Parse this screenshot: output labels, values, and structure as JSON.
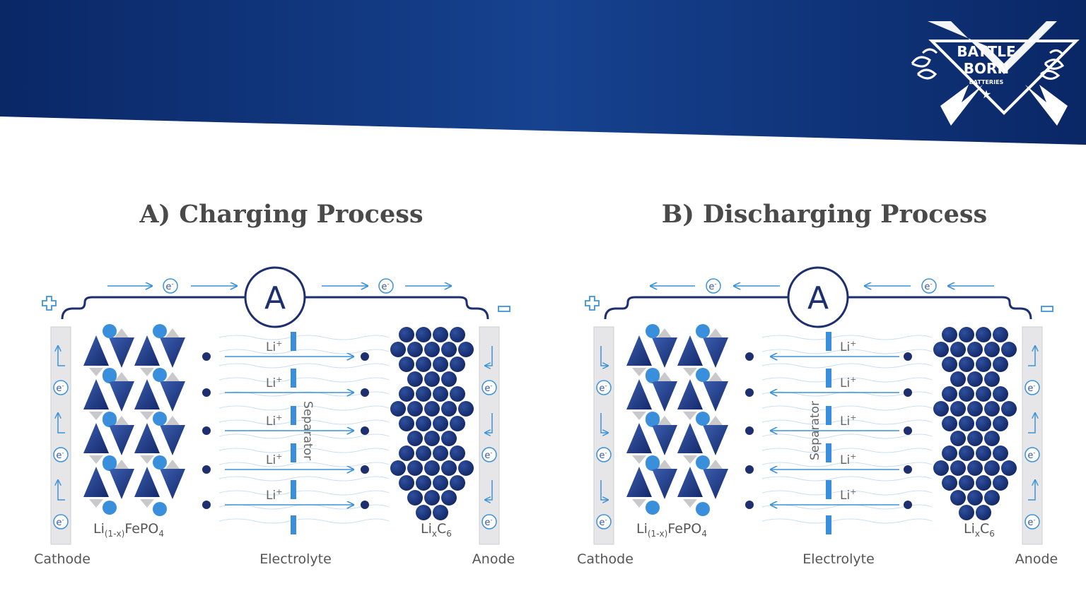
{
  "brand": {
    "line1": "BATTLE",
    "line2": "BORN",
    "line3": "BATTERIES"
  },
  "colors": {
    "banner_dark": "#0b2a6b",
    "banner_light": "#1b4aa0",
    "navy": "#1d2f6f",
    "arrow_blue": "#3d93d8",
    "light_blue": "#3a8fdc",
    "gray": "#c9c9cc"
  },
  "panels": [
    {
      "title": "A) Charging Process",
      "ammeter": "A",
      "electron": "e",
      "electron_charge": "-",
      "plus": "+",
      "minus": "−",
      "ion": "Li",
      "ion_charge": "+",
      "separator": "Separator",
      "cathode_formula": {
        "base1": "Li",
        "sub1": "(1-x)",
        "base2": "FePO",
        "sub2": "4"
      },
      "anode_formula": {
        "base1": "Li",
        "sub1": "x",
        "base2": "C",
        "sub2": "6"
      },
      "cathode_label": "Cathode",
      "electrolyte_label": "Electrolyte",
      "anode_label": "Anode",
      "direction": "right"
    },
    {
      "title": "B) Discharging Process",
      "ammeter": "A",
      "electron": "e",
      "electron_charge": "-",
      "plus": "+",
      "minus": "−",
      "ion": "Li",
      "ion_charge": "+",
      "separator": "Separator",
      "cathode_formula": {
        "base1": "Li",
        "sub1": "(1-x)",
        "base2": "FePO",
        "sub2": "4"
      },
      "anode_formula": {
        "base1": "Li",
        "sub1": "x",
        "base2": "C",
        "sub2": "6"
      },
      "cathode_label": "Cathode",
      "electrolyte_label": "Electrolyte",
      "anode_label": "Anode",
      "direction": "left"
    }
  ]
}
